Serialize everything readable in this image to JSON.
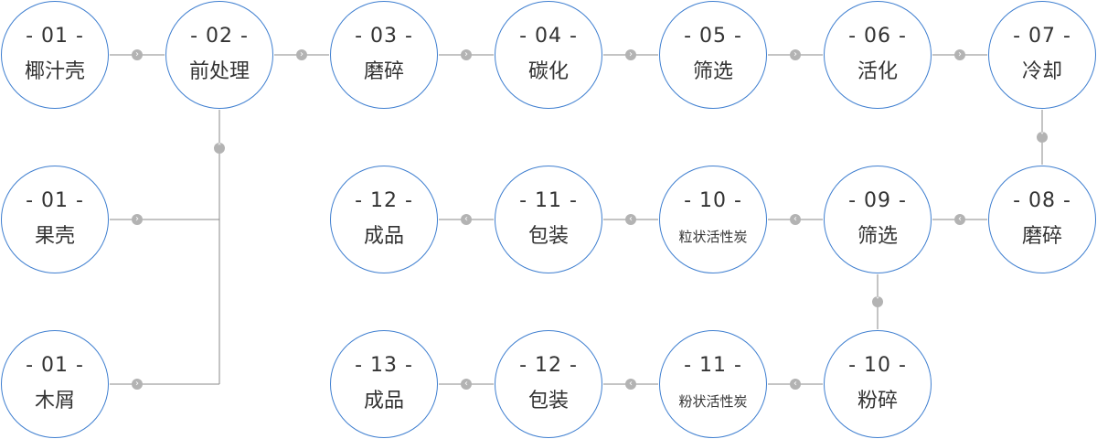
{
  "colors": {
    "node_border": "#3f7fd0",
    "line": "#888888",
    "arrow_bg": "#b3b3b3"
  },
  "nodes": [
    {
      "id": "coconut-shell",
      "num": "- 01 -",
      "label": "椰汁壳",
      "small": false
    },
    {
      "id": "pretreatment",
      "num": "- 02 -",
      "label": "前处理",
      "small": false
    },
    {
      "id": "grinding-1",
      "num": "- 03 -",
      "label": "磨碎",
      "small": false
    },
    {
      "id": "carbonization",
      "num": "- 04 -",
      "label": "碳化",
      "small": false
    },
    {
      "id": "screening-1",
      "num": "- 05 -",
      "label": "筛选",
      "small": false
    },
    {
      "id": "activation",
      "num": "- 06 -",
      "label": "活化",
      "small": false
    },
    {
      "id": "cooling",
      "num": "- 07 -",
      "label": "冷却",
      "small": false
    },
    {
      "id": "fruit-shell",
      "num": "- 01 -",
      "label": "果壳",
      "small": false
    },
    {
      "id": "sawdust",
      "num": "- 01 -",
      "label": "木屑",
      "small": false
    },
    {
      "id": "grinding-2",
      "num": "- 08 -",
      "label": "磨碎",
      "small": false
    },
    {
      "id": "screening-2",
      "num": "- 09 -",
      "label": "筛选",
      "small": false
    },
    {
      "id": "granular-carbon",
      "num": "- 10 -",
      "label": "粒状活性炭",
      "small": true
    },
    {
      "id": "packaging-1",
      "num": "- 11 -",
      "label": "包装",
      "small": false
    },
    {
      "id": "product-1",
      "num": "- 12 -",
      "label": "成品",
      "small": false
    },
    {
      "id": "pulverizing",
      "num": "- 10 -",
      "label": "粉碎",
      "small": false
    },
    {
      "id": "powder-carbon",
      "num": "- 11 -",
      "label": "粉状活性炭",
      "small": true
    },
    {
      "id": "packaging-2",
      "num": "- 12 -",
      "label": "包装",
      "small": false
    },
    {
      "id": "product-2",
      "num": "- 13 -",
      "label": "成品",
      "small": false
    }
  ],
  "connectors": [
    {
      "from": "coconut-shell",
      "to": "pretreatment",
      "dir": "right"
    },
    {
      "from": "pretreatment",
      "to": "grinding-1",
      "dir": "right"
    },
    {
      "from": "grinding-1",
      "to": "carbonization",
      "dir": "right"
    },
    {
      "from": "carbonization",
      "to": "screening-1",
      "dir": "right"
    },
    {
      "from": "screening-1",
      "to": "activation",
      "dir": "right"
    },
    {
      "from": "activation",
      "to": "cooling",
      "dir": "right"
    },
    {
      "from": "cooling",
      "to": "grinding-2",
      "dir": "down"
    },
    {
      "from": "grinding-2",
      "to": "screening-2",
      "dir": "left"
    },
    {
      "from": "screening-2",
      "to": "granular-carbon",
      "dir": "left"
    },
    {
      "from": "granular-carbon",
      "to": "packaging-1",
      "dir": "left"
    },
    {
      "from": "packaging-1",
      "to": "product-1",
      "dir": "left"
    },
    {
      "from": "screening-2",
      "to": "pulverizing",
      "dir": "down"
    },
    {
      "from": "pulverizing",
      "to": "powder-carbon",
      "dir": "left"
    },
    {
      "from": "powder-carbon",
      "to": "packaging-2",
      "dir": "left"
    },
    {
      "from": "packaging-2",
      "to": "product-2",
      "dir": "left"
    },
    {
      "from": "fruit-shell",
      "to": "pretreatment",
      "dir": "right"
    },
    {
      "from": "sawdust",
      "to": "pretreatment",
      "dir": "right"
    }
  ]
}
